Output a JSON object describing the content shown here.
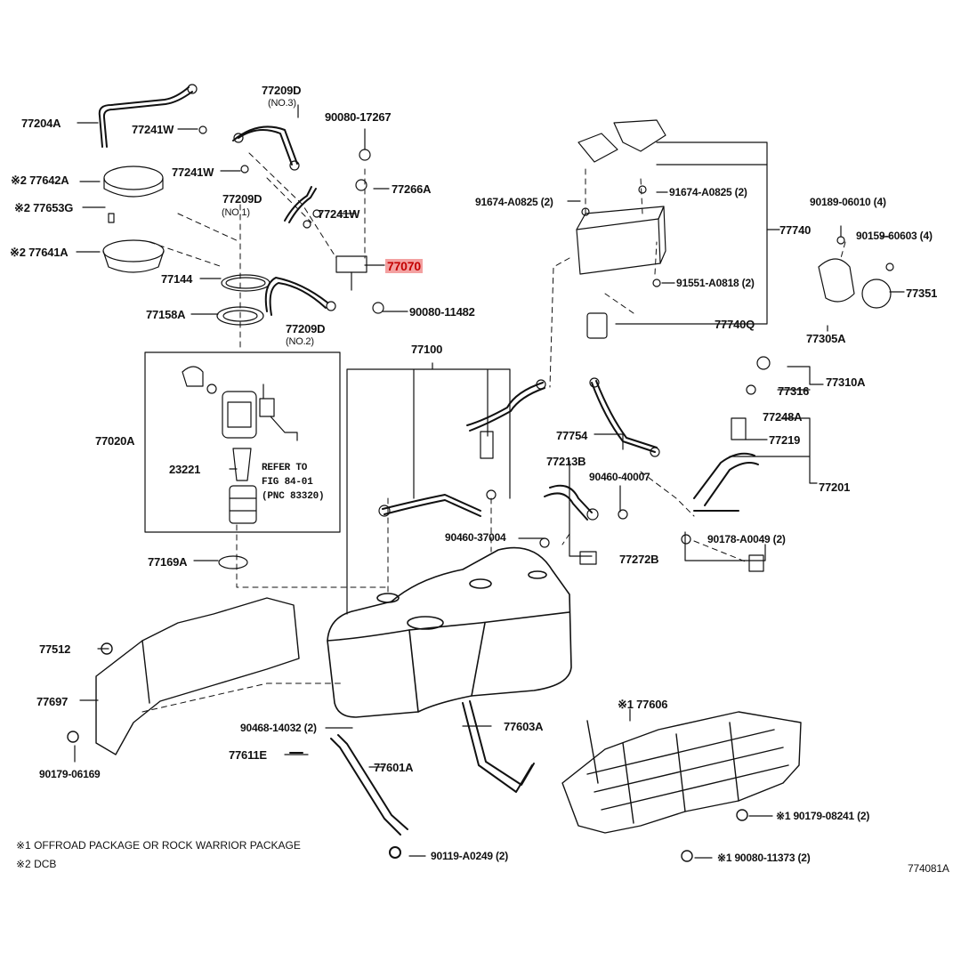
{
  "labels": {
    "p77204A": "77204A",
    "p77241W_1": "77241W",
    "p77241W_2": "77241W",
    "p77241W_3": "77241W",
    "p77209D_top": "77209D",
    "p77209D_top_sub": "(NO.3)",
    "p77209D_mid": "77209D",
    "p77209D_mid_sub": "(NO.1)",
    "p77209D_bot": "77209D",
    "p77209D_bot_sub": "(NO.2)",
    "p90080_17267": "90080-17267",
    "p77266A": "77266A",
    "p77070": "77070",
    "p90080_11482": "90080-11482",
    "p77642A": "※2 77642A",
    "p77653G": "※2 77653G",
    "p77641A": "※2 77641A",
    "p77144": "77144",
    "p77158A": "77158A",
    "p77020A": "77020A",
    "p23221": "23221",
    "refer_1": "REFER TO",
    "refer_2": "FIG 84-01",
    "refer_3": "(PNC 83320)",
    "p77169A": "77169A",
    "p91674_left": "91674-A0825 (2)",
    "p91674_right": "91674-A0825 (2)",
    "p77740": "77740",
    "p91551": "91551-A0818 (2)",
    "p77740Q": "77740Q",
    "p90189": "90189-06010 (4)",
    "p90159": "90159-60603 (4)",
    "p77351": "77351",
    "p77305A": "77305A",
    "p77100": "77100",
    "p77310A": "77310A",
    "p77316": "77316",
    "p77248A": "77248A",
    "p77219": "77219",
    "p77754": "77754",
    "p77213B": "77213B",
    "p90460_40007": "90460-40007",
    "p77201": "77201",
    "p90460_37004": "90460-37004",
    "p90178": "90178-A0049 (2)",
    "p77272B": "77272B",
    "p77512": "77512",
    "p77697": "77697",
    "p90179_06169": "90179-06169",
    "p90468": "90468-14032 (2)",
    "p77603A": "77603A",
    "p77606": "※1 77606",
    "p77611E": "77611E",
    "p77601A": "77601A",
    "p90179_08241": "※1 90179-08241 (2)",
    "p90119": "90119-A0249 (2)",
    "p90080_11373": "※1 90080-11373 (2)",
    "diagram_id": "774081A"
  },
  "notes": {
    "note1": "※1 OFFROAD PACKAGE OR ROCK WARRIOR PACKAGE",
    "note2": "※2 DCB"
  },
  "colors": {
    "line": "#111111",
    "highlight_bg": "#f3a1a1",
    "highlight_text": "#c40000"
  }
}
